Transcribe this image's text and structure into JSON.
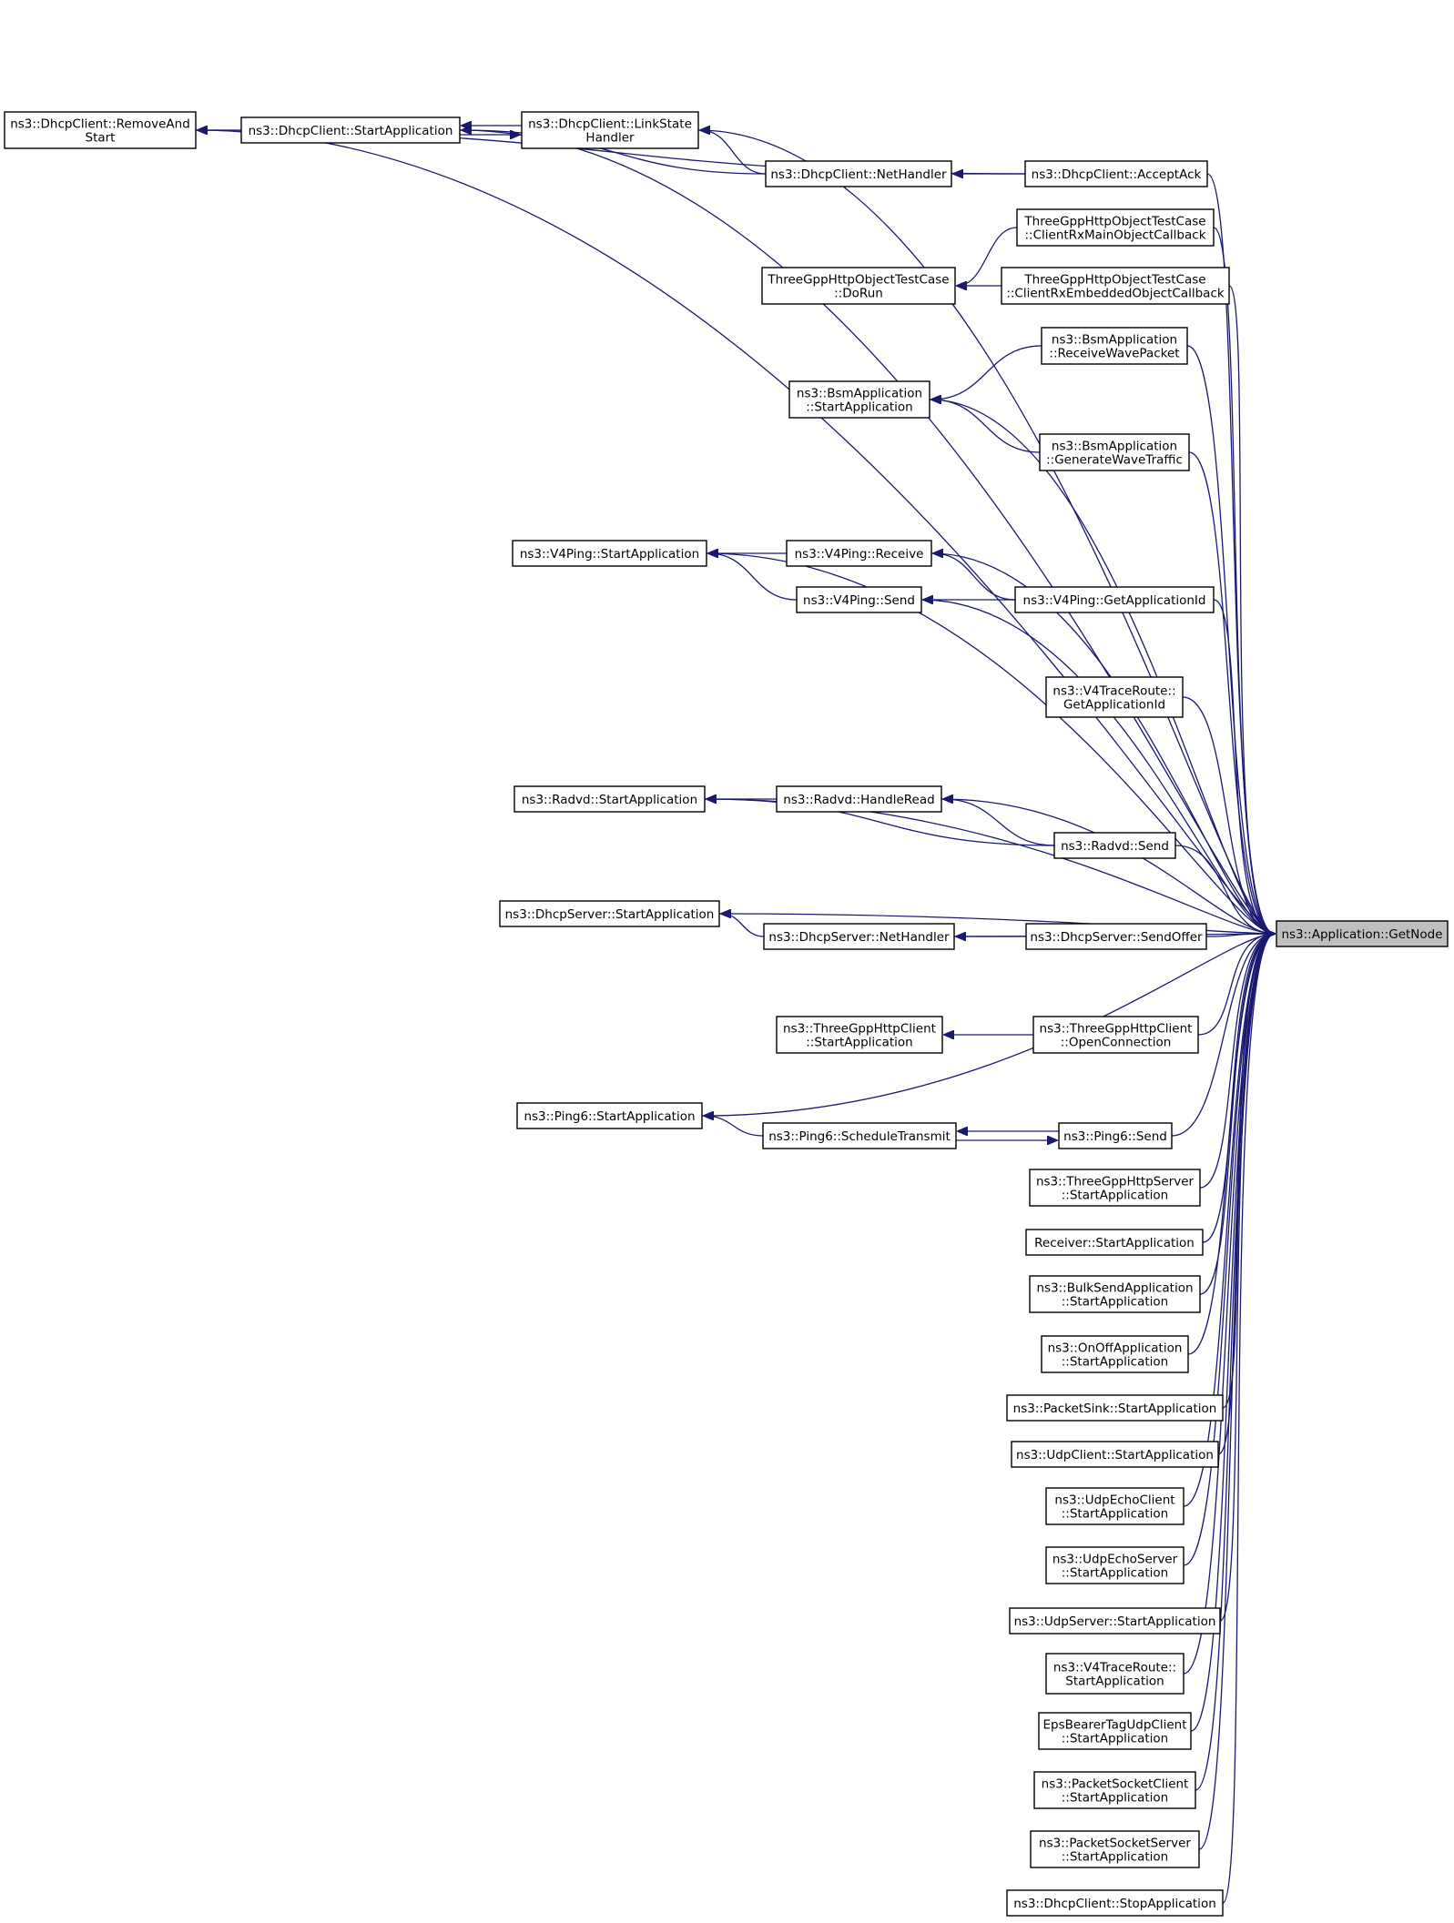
{
  "colors": {
    "edge": "#191970",
    "node_border": "#000000",
    "node_fill": "#ffffff",
    "root_fill": "#bfbfbf",
    "background": "#ffffff"
  },
  "diagram": {
    "type": "doxygen-caller-graph",
    "root": "getnode",
    "nodes": [
      {
        "id": "getnode",
        "lines": [
          "ns3::Application::GetNode"
        ]
      },
      {
        "id": "removeandstart",
        "lines": [
          "ns3::DhcpClient::RemoveAnd",
          "Start"
        ]
      },
      {
        "id": "dhcp-startapp",
        "lines": [
          "ns3::DhcpClient::StartApplication"
        ]
      },
      {
        "id": "linkstate",
        "lines": [
          "ns3::DhcpClient::LinkState",
          "Handler"
        ]
      },
      {
        "id": "dhcp-nethandler",
        "lines": [
          "ns3::DhcpClient::NetHandler"
        ]
      },
      {
        "id": "acceptack",
        "lines": [
          "ns3::DhcpClient::AcceptAck"
        ]
      },
      {
        "id": "http-mainobj",
        "lines": [
          "ThreeGppHttpObjectTestCase",
          "::ClientRxMainObjectCallback"
        ]
      },
      {
        "id": "http-dorun",
        "lines": [
          "ThreeGppHttpObjectTestCase",
          "::DoRun"
        ]
      },
      {
        "id": "http-embedded",
        "lines": [
          "ThreeGppHttpObjectTestCase",
          "::ClientRxEmbeddedObjectCallback"
        ]
      },
      {
        "id": "bsm-receive",
        "lines": [
          "ns3::BsmApplication",
          "::ReceiveWavePacket"
        ]
      },
      {
        "id": "bsm-startapp",
        "lines": [
          "ns3::BsmApplication",
          "::StartApplication"
        ]
      },
      {
        "id": "bsm-generate",
        "lines": [
          "ns3::BsmApplication",
          "::GenerateWaveTraffic"
        ]
      },
      {
        "id": "v4ping-startapp",
        "lines": [
          "ns3::V4Ping::StartApplication"
        ]
      },
      {
        "id": "v4ping-receive",
        "lines": [
          "ns3::V4Ping::Receive"
        ]
      },
      {
        "id": "v4ping-send",
        "lines": [
          "ns3::V4Ping::Send"
        ]
      },
      {
        "id": "v4ping-getappid",
        "lines": [
          "ns3::V4Ping::GetApplicationId"
        ]
      },
      {
        "id": "v4trace-getappid",
        "lines": [
          "ns3::V4TraceRoute::",
          "GetApplicationId"
        ]
      },
      {
        "id": "radvd-startapp",
        "lines": [
          "ns3::Radvd::StartApplication"
        ]
      },
      {
        "id": "radvd-handleread",
        "lines": [
          "ns3::Radvd::HandleRead"
        ]
      },
      {
        "id": "radvd-send",
        "lines": [
          "ns3::Radvd::Send"
        ]
      },
      {
        "id": "dhcpserver-startapp",
        "lines": [
          "ns3::DhcpServer::StartApplication"
        ]
      },
      {
        "id": "dhcpserver-nethandler",
        "lines": [
          "ns3::DhcpServer::NetHandler"
        ]
      },
      {
        "id": "dhcpserver-sendoffer",
        "lines": [
          "ns3::DhcpServer::SendOffer"
        ]
      },
      {
        "id": "httpclient-startapp",
        "lines": [
          "ns3::ThreeGppHttpClient",
          "::StartApplication"
        ]
      },
      {
        "id": "httpclient-openconn",
        "lines": [
          "ns3::ThreeGppHttpClient",
          "::OpenConnection"
        ]
      },
      {
        "id": "ping6-startapp",
        "lines": [
          "ns3::Ping6::StartApplication"
        ]
      },
      {
        "id": "ping6-schedule",
        "lines": [
          "ns3::Ping6::ScheduleTransmit"
        ]
      },
      {
        "id": "ping6-send",
        "lines": [
          "ns3::Ping6::Send"
        ]
      },
      {
        "id": "httpserver-startapp",
        "lines": [
          "ns3::ThreeGppHttpServer",
          "::StartApplication"
        ]
      },
      {
        "id": "receiver-startapp",
        "lines": [
          "Receiver::StartApplication"
        ]
      },
      {
        "id": "bulksend-startapp",
        "lines": [
          "ns3::BulkSendApplication",
          "::StartApplication"
        ]
      },
      {
        "id": "onoff-startapp",
        "lines": [
          "ns3::OnOffApplication",
          "::StartApplication"
        ]
      },
      {
        "id": "packetsink-startapp",
        "lines": [
          "ns3::PacketSink::StartApplication"
        ]
      },
      {
        "id": "udpclient-startapp",
        "lines": [
          "ns3::UdpClient::StartApplication"
        ]
      },
      {
        "id": "udpechoclient-startapp",
        "lines": [
          "ns3::UdpEchoClient",
          "::StartApplication"
        ]
      },
      {
        "id": "udpechoserver-startapp",
        "lines": [
          "ns3::UdpEchoServer",
          "::StartApplication"
        ]
      },
      {
        "id": "udpserver-startapp",
        "lines": [
          "ns3::UdpServer::StartApplication"
        ]
      },
      {
        "id": "v4trace-startapp",
        "lines": [
          "ns3::V4TraceRoute::",
          "StartApplication"
        ]
      },
      {
        "id": "epsbearer-startapp",
        "lines": [
          "EpsBearerTagUdpClient",
          "::StartApplication"
        ]
      },
      {
        "id": "psclient-startapp",
        "lines": [
          "ns3::PacketSocketClient",
          "::StartApplication"
        ]
      },
      {
        "id": "psserver-startapp",
        "lines": [
          "ns3::PacketSocketServer",
          "::StartApplication"
        ]
      },
      {
        "id": "dhcp-stopapp",
        "lines": [
          "ns3::DhcpClient::StopApplication"
        ]
      }
    ],
    "edges": [
      {
        "from": "removeandstart",
        "to": "getnode"
      },
      {
        "from": "dhcp-startapp",
        "to": "getnode"
      },
      {
        "from": "linkstate",
        "to": "getnode"
      },
      {
        "from": "acceptack",
        "to": "getnode"
      },
      {
        "from": "http-mainobj",
        "to": "getnode"
      },
      {
        "from": "http-embedded",
        "to": "getnode"
      },
      {
        "from": "bsm-receive",
        "to": "getnode"
      },
      {
        "from": "bsm-startapp",
        "to": "getnode"
      },
      {
        "from": "bsm-generate",
        "to": "getnode"
      },
      {
        "from": "v4ping-startapp",
        "to": "getnode"
      },
      {
        "from": "v4ping-receive",
        "to": "getnode"
      },
      {
        "from": "v4ping-getappid",
        "to": "getnode"
      },
      {
        "from": "v4ping-send",
        "to": "getnode"
      },
      {
        "from": "v4trace-getappid",
        "to": "getnode"
      },
      {
        "from": "radvd-startapp",
        "to": "getnode"
      },
      {
        "from": "radvd-handleread",
        "to": "getnode"
      },
      {
        "from": "radvd-send",
        "to": "getnode"
      },
      {
        "from": "dhcpserver-startapp",
        "to": "getnode"
      },
      {
        "from": "dhcpserver-sendoffer",
        "to": "getnode"
      },
      {
        "from": "dhcpserver-nethandler",
        "to": "getnode"
      },
      {
        "from": "httpclient-openconn",
        "to": "getnode"
      },
      {
        "from": "ping6-startapp",
        "to": "getnode"
      },
      {
        "from": "ping6-send",
        "to": "getnode"
      },
      {
        "from": "httpserver-startapp",
        "to": "getnode"
      },
      {
        "from": "receiver-startapp",
        "to": "getnode"
      },
      {
        "from": "bulksend-startapp",
        "to": "getnode"
      },
      {
        "from": "onoff-startapp",
        "to": "getnode"
      },
      {
        "from": "packetsink-startapp",
        "to": "getnode"
      },
      {
        "from": "udpclient-startapp",
        "to": "getnode"
      },
      {
        "from": "udpechoclient-startapp",
        "to": "getnode"
      },
      {
        "from": "udpechoserver-startapp",
        "to": "getnode"
      },
      {
        "from": "udpserver-startapp",
        "to": "getnode"
      },
      {
        "from": "v4trace-startapp",
        "to": "getnode"
      },
      {
        "from": "epsbearer-startapp",
        "to": "getnode"
      },
      {
        "from": "psclient-startapp",
        "to": "getnode"
      },
      {
        "from": "psserver-startapp",
        "to": "getnode"
      },
      {
        "from": "dhcp-stopapp",
        "to": "getnode"
      },
      {
        "from": "dhcp-startapp",
        "to": "removeandstart"
      },
      {
        "from": "linkstate",
        "to": "dhcp-startapp"
      },
      {
        "from": "dhcp-startapp",
        "to": "linkstate"
      },
      {
        "from": "dhcp-nethandler",
        "to": "dhcp-startapp"
      },
      {
        "from": "dhcp-nethandler",
        "to": "linkstate"
      },
      {
        "from": "acceptack",
        "to": "dhcp-nethandler"
      },
      {
        "from": "acceptack",
        "to": "removeandstart"
      },
      {
        "from": "http-mainobj",
        "to": "http-dorun"
      },
      {
        "from": "http-embedded",
        "to": "http-dorun"
      },
      {
        "from": "bsm-receive",
        "to": "bsm-startapp"
      },
      {
        "from": "bsm-generate",
        "to": "bsm-startapp"
      },
      {
        "from": "v4ping-receive",
        "to": "v4ping-startapp"
      },
      {
        "from": "v4ping-send",
        "to": "v4ping-startapp"
      },
      {
        "from": "v4ping-getappid",
        "to": "v4ping-receive"
      },
      {
        "from": "v4ping-getappid",
        "to": "v4ping-send"
      },
      {
        "from": "radvd-handleread",
        "to": "radvd-startapp"
      },
      {
        "from": "radvd-send",
        "to": "radvd-startapp"
      },
      {
        "from": "radvd-send",
        "to": "radvd-handleread"
      },
      {
        "from": "dhcpserver-nethandler",
        "to": "dhcpserver-startapp"
      },
      {
        "from": "dhcpserver-sendoffer",
        "to": "dhcpserver-nethandler"
      },
      {
        "from": "httpclient-openconn",
        "to": "httpclient-startapp"
      },
      {
        "from": "ping6-schedule",
        "to": "ping6-startapp"
      },
      {
        "from": "ping6-send",
        "to": "ping6-schedule"
      },
      {
        "from": "ping6-schedule",
        "to": "ping6-send"
      }
    ]
  }
}
